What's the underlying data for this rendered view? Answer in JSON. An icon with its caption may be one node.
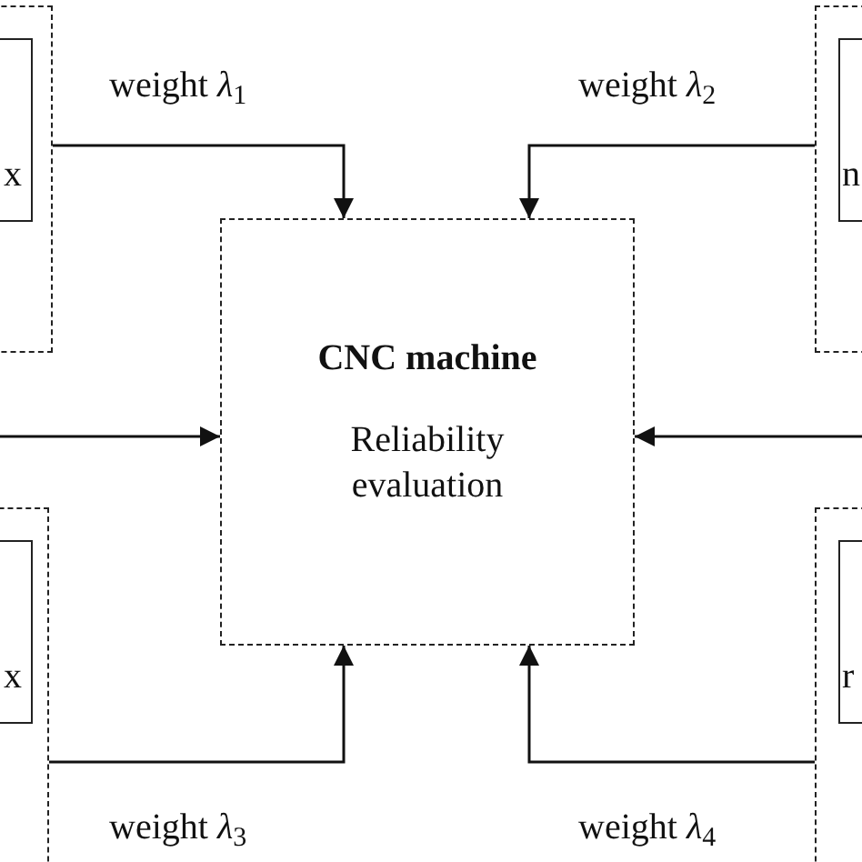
{
  "diagram": {
    "nodes": [
      {
        "text": [],
        "shape": "box"
      },
      {
        "text": [
          "x"
        ],
        "in": 0
      },
      {
        "text": [],
        "shape": "box"
      },
      {
        "text": [
          "n"
        ],
        "in": 2
      },
      {
        "text": [
          "CNC machine",
          "Reliability evaluation"
        ]
      },
      {
        "text": [],
        "shape": "box"
      },
      {
        "text": [
          "x"
        ],
        "in": 5
      },
      {
        "text": [],
        "shape": "box"
      },
      {
        "text": [
          "r"
        ],
        "in": 7
      }
    ],
    "edges": [
      {
        "from": 0,
        "to": 4,
        "arrow": "to",
        "label": "weight *λ*$_{1}$"
      },
      {
        "from": 2,
        "to": 4,
        "arrow": "to",
        "label": "weight *λ*$_{2}$"
      },
      {
        "from": null,
        "to": 4,
        "arrow": "to"
      },
      {
        "from": null,
        "to": 4,
        "arrow": "to"
      },
      {
        "from": 5,
        "to": 4,
        "arrow": "to",
        "label": "weight *λ*$_{3}$"
      },
      {
        "from": 7,
        "to": 4,
        "arrow": "to",
        "label": "weight *λ*$_{4}$"
      }
    ]
  }
}
